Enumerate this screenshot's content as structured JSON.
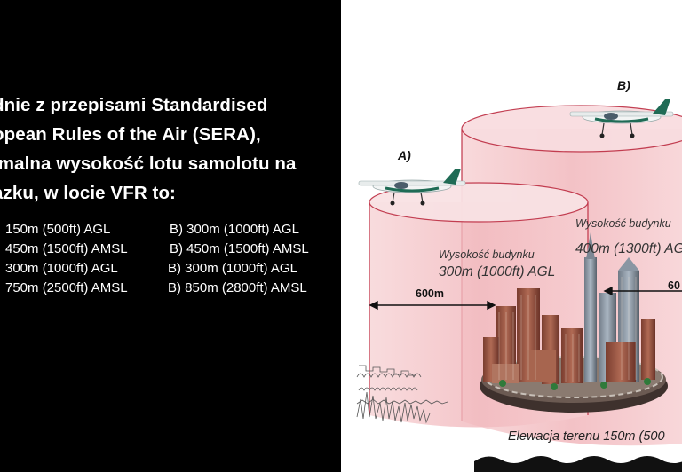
{
  "question": {
    "lines": [
      "dnie z przepisami Standardised",
      "opean Rules of the Air (SERA),",
      "imalna wysokość lotu samolotu na",
      "azku, w locie VFR to:"
    ]
  },
  "answers": {
    "column_a": [
      "150m (500ft) AGL",
      "450m (1500ft) AMSL",
      "300m (1000ft) AGL",
      "750m (2500ft) AMSL"
    ],
    "column_b": [
      "B) 300m (1000ft) AGL",
      "B) 450m (1500ft) AMSL",
      "B) 300m (1000ft) AGL",
      "B) 850m (2800ft) AMSL"
    ]
  },
  "illustration": {
    "label_a": "A)",
    "label_b": "B)",
    "building_a_caption": "Wysokość budynku",
    "building_a_height": "300m (1000ft) AGL",
    "building_b_caption": "Wysokość budynku",
    "building_b_height": "400m (1300ft) AG",
    "radius_a": "600m",
    "radius_b": "60",
    "terrain_elevation": "Elewacja terenu 150m (500",
    "colors": {
      "cylinder_fill": "#f4c5c8",
      "cylinder_edge": "#c0364a",
      "building_brown": "#9b5a47",
      "ground": "#4a3a35"
    }
  }
}
